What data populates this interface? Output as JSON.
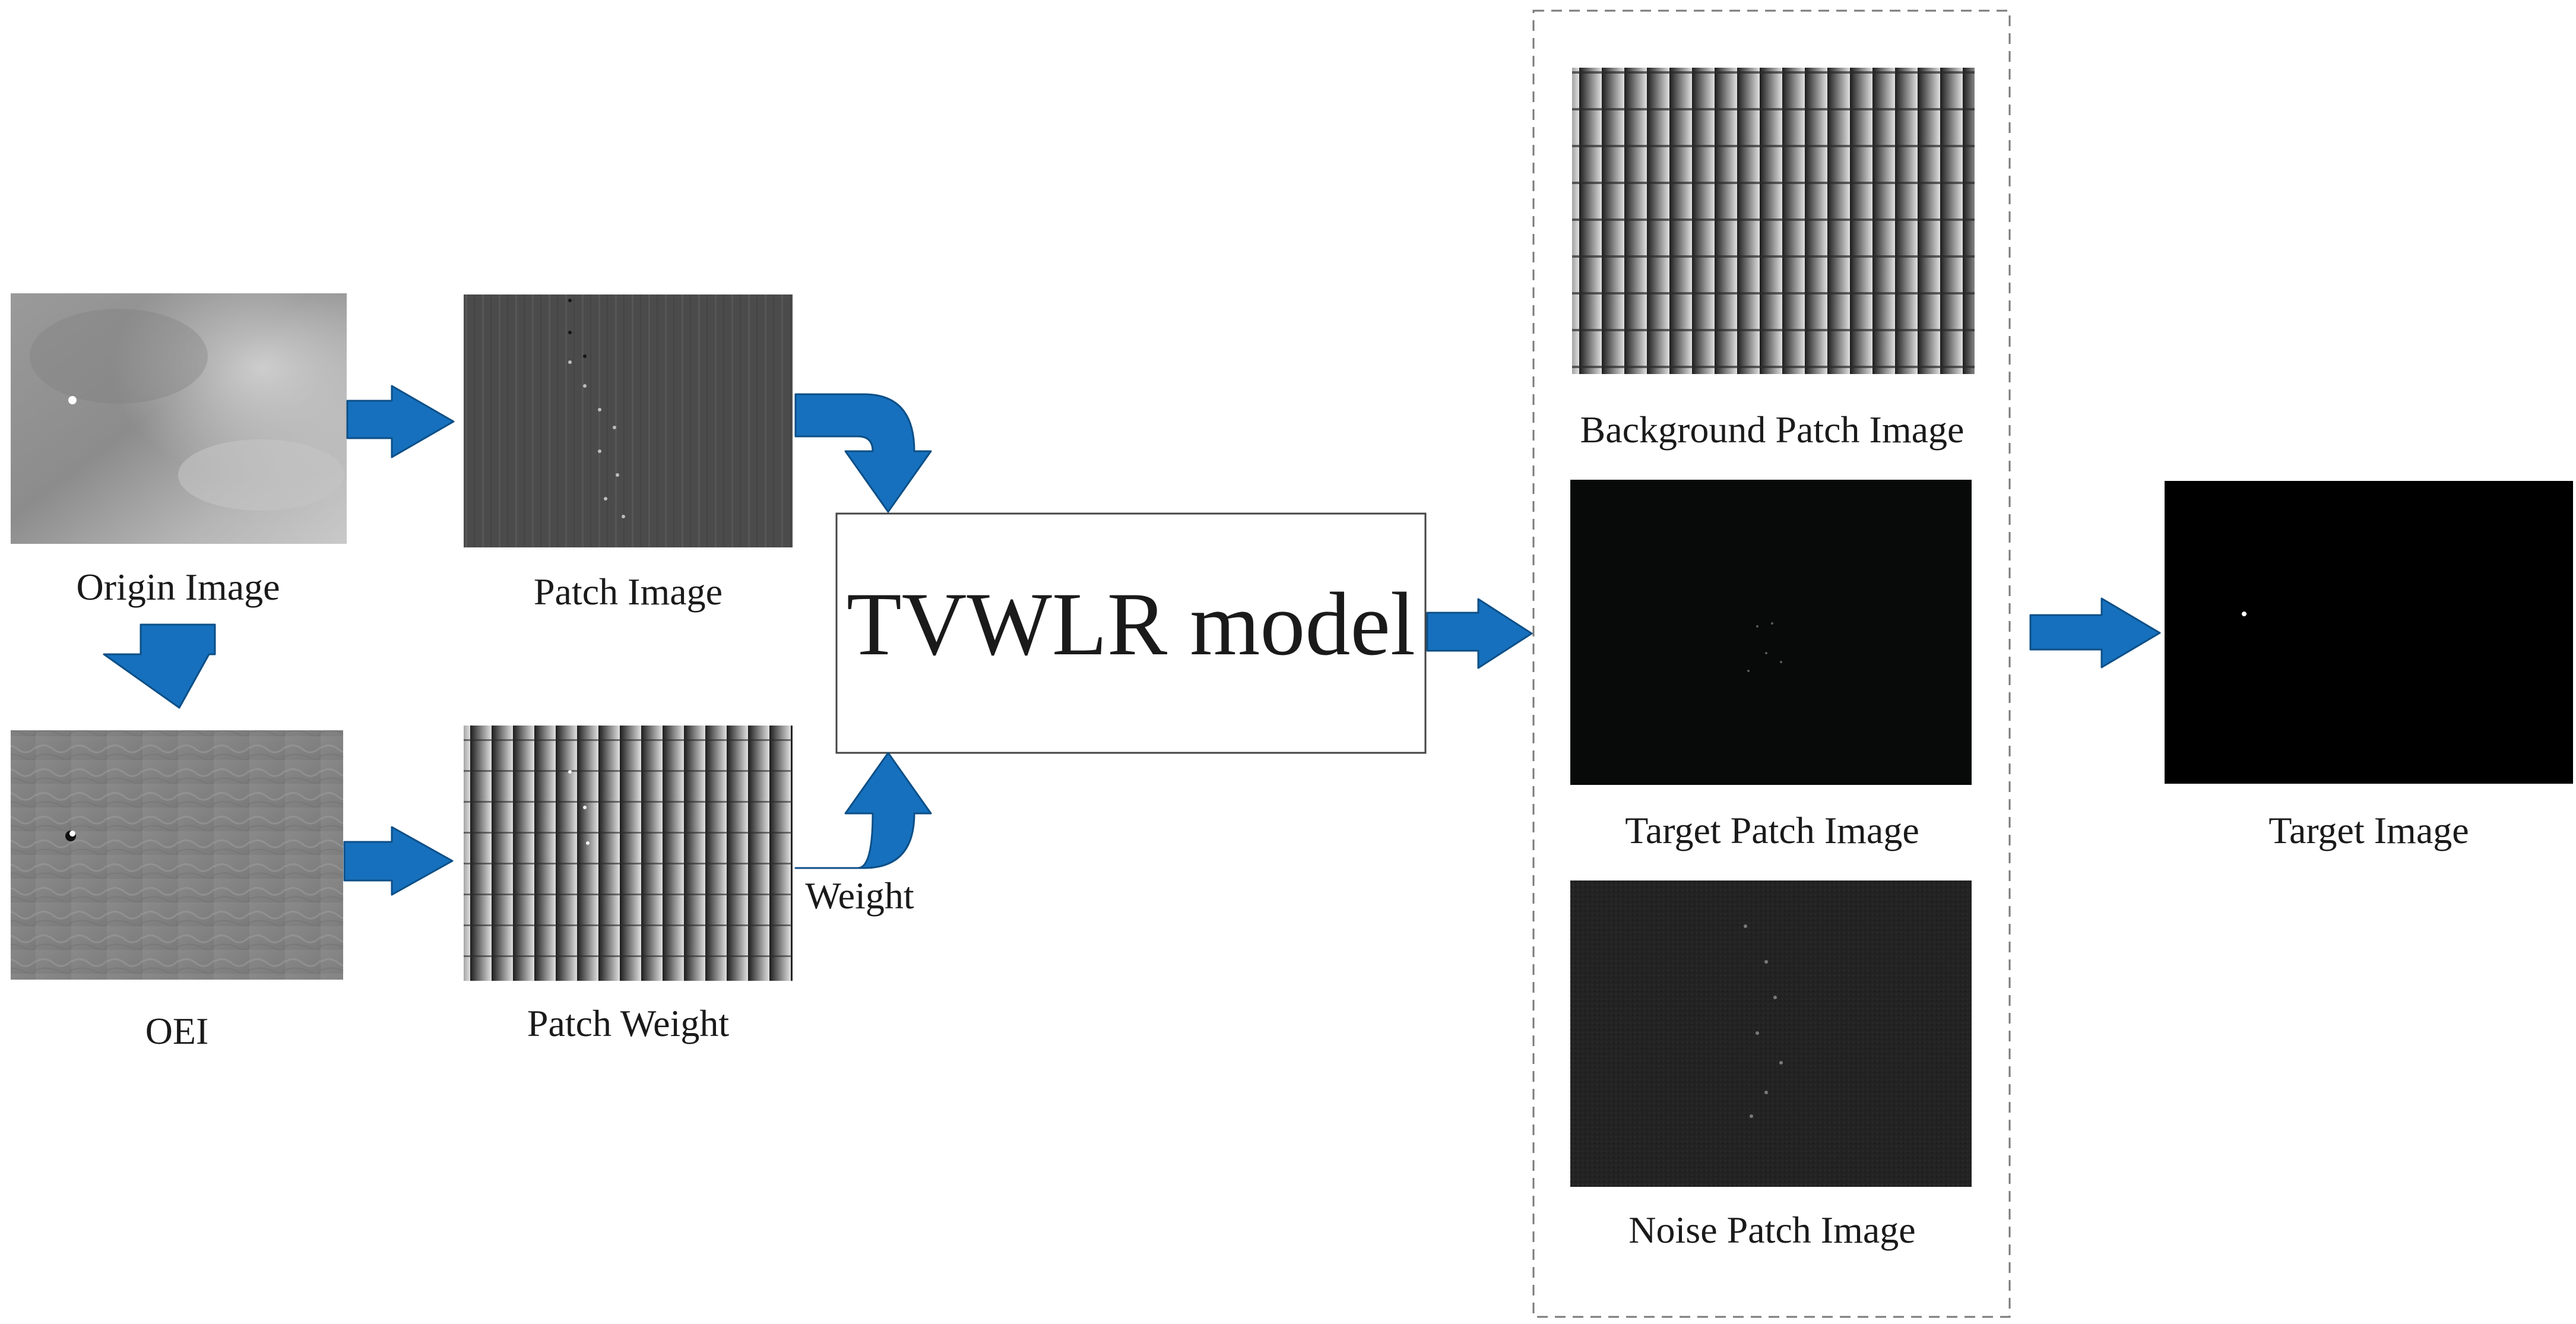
{
  "labels": {
    "origin_image": "Origin Image",
    "patch_image": "Patch Image",
    "oei": "OEI",
    "patch_weight": "Patch Weight",
    "weight": "Weight",
    "model": "TVWLR model",
    "background_patch_image": "Background Patch Image",
    "target_patch_image": "Target Patch Image",
    "noise_patch_image": "Noise Patch Image",
    "target_image": "Target Image"
  },
  "colors": {
    "arrow_fill": "#1670bd",
    "arrow_stroke": "#0d4f87",
    "dashed_border": "#7a7a7a",
    "text": "#1a1a1a"
  }
}
